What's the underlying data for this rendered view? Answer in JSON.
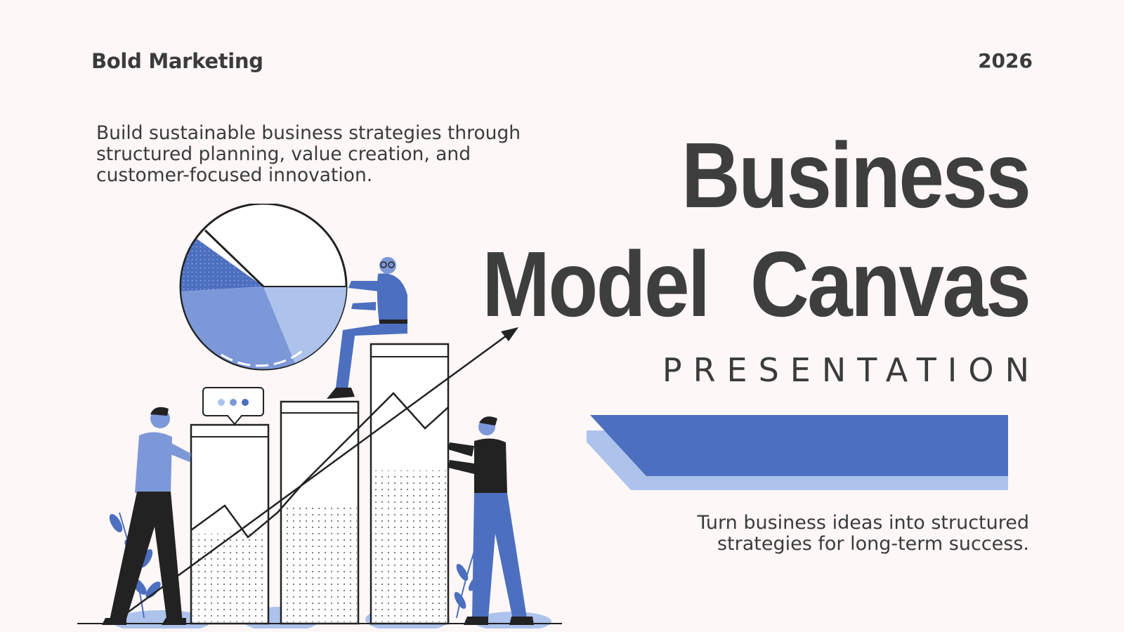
{
  "header": {
    "brand": "Bold Marketing",
    "year": "2026"
  },
  "intro_text": "Build sustainable business strategies through structured planning, value creation, and customer-focused innovation.",
  "title": {
    "line1": "Business",
    "line2": "Model  Canvas"
  },
  "subtitle": "PRESENTATION",
  "tagline": "Turn business ideas into structured strategies for long-term success.",
  "colors": {
    "background": "#fdf7f7",
    "text": "#3d3d3d",
    "accent_blue": "#4d6fc0",
    "light_blue": "#adc3ec"
  },
  "icons": [
    "pie-chart-icon",
    "bar-chart-icon",
    "growth-arrow-icon",
    "speech-bubble-icon",
    "person-icon",
    "plant-icon"
  ]
}
